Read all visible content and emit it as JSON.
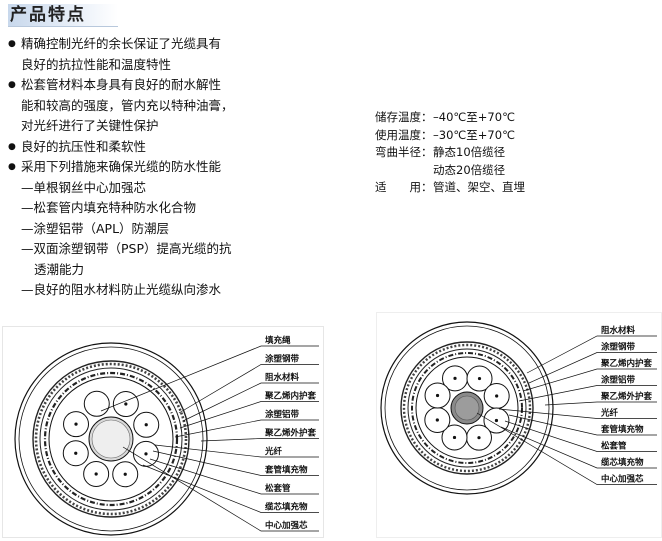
{
  "title": "产品特点",
  "features": [
    {
      "lines": [
        "精确控制光纤的余长保证了光缆具有",
        "良好的抗拉性能和温度特性"
      ]
    },
    {
      "lines": [
        "松套管材料本身具有良好的耐水解性",
        "能和较高的强度，管内充以特种油膏，",
        "对光纤进行了关键性保护"
      ]
    },
    {
      "lines": [
        "良好的抗压性和柔软性"
      ]
    },
    {
      "lines": [
        "采用下列措施来确保光缆的防水性能"
      ]
    }
  ],
  "measures": [
    {
      "lines": [
        "—单根钢丝中心加强芯"
      ]
    },
    {
      "lines": [
        "—松套管内填充特种防水化合物"
      ]
    },
    {
      "lines": [
        "—涂塑铝带（APL）防潮层"
      ]
    },
    {
      "lines": [
        "—双面涂塑钢带（PSP）提高光缆的抗",
        "透潮能力"
      ]
    },
    {
      "lines": [
        "—良好的阻水材料防止光缆纵向渗水"
      ]
    }
  ],
  "specs": {
    "storage_label": "储存温度：",
    "storage_value": "–40℃至+70℃",
    "use_label": "使用温度：",
    "use_value": "–30℃至+70℃",
    "bend_label": "弯曲半径：",
    "bend_static": "静态10倍缆径",
    "bend_dynamic": "动态20倍缆径",
    "app_label": "适　　用：",
    "app_value": "管道、架空、直埋"
  },
  "diagram_left": {
    "labels": [
      "填充绳",
      "涂塑钢带",
      "阻水材料",
      "聚乙烯内护套",
      "涂塑铝带",
      "聚乙烯外护套",
      "光纤",
      "套管填充物",
      "松套管",
      "缆芯填充物",
      "中心加强芯"
    ]
  },
  "diagram_right": {
    "labels": [
      "阻水材料",
      "涂塑钢带",
      "聚乙烯内护套",
      "涂塑铝带",
      "聚乙烯外护套",
      "光纤",
      "套管填充物",
      "松套管",
      "缆芯填充物",
      "中心加强芯"
    ]
  }
}
